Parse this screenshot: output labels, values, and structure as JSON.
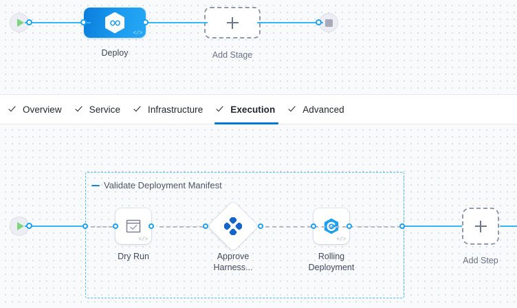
{
  "stage_canvas": {
    "start_node": {
      "name": "start-node",
      "icon": "play-icon"
    },
    "stages": [
      {
        "id": "deploy",
        "label": "Deploy",
        "icon": "harness-hexagon-icon",
        "badge": "</>",
        "type": "stage"
      },
      {
        "id": "add-stage",
        "label": "Add Stage",
        "icon": "plus-icon",
        "type": "add"
      }
    ],
    "end_node": {
      "name": "end-node",
      "icon": "stop-icon"
    }
  },
  "tabs": [
    {
      "id": "overview",
      "label": "Overview",
      "icon": "check-icon",
      "active": false
    },
    {
      "id": "service",
      "label": "Service",
      "icon": "check-icon",
      "active": false
    },
    {
      "id": "infrastructure",
      "label": "Infrastructure",
      "icon": "check-icon",
      "active": false
    },
    {
      "id": "execution",
      "label": "Execution",
      "icon": "check-icon",
      "active": true
    },
    {
      "id": "advanced",
      "label": "Advanced",
      "icon": "check-icon",
      "active": false
    }
  ],
  "execution_canvas": {
    "start_node": {
      "name": "execution-start-node",
      "icon": "play-icon"
    },
    "group": {
      "title": "Validate Deployment Manifest",
      "collapse_icon": "collapse-dash-icon"
    },
    "steps": [
      {
        "id": "dry-run",
        "label": "Dry Run",
        "icon": "dry-run-checkwindow-icon",
        "badge": "</>",
        "shape": "rounded"
      },
      {
        "id": "approve-harness",
        "label": "Approve\nHarness...",
        "icon": "approval-diamond-icon",
        "badge": "",
        "shape": "diamond"
      },
      {
        "id": "rolling-deployment",
        "label": "Rolling\nDeployment",
        "icon": "rolling-deployment-hexagon-icon",
        "badge": "</>",
        "shape": "rounded"
      }
    ],
    "add_step": {
      "label": "Add Step",
      "icon": "plus-icon"
    }
  },
  "colors": {
    "accent_blue": "#0278d5",
    "link_blue": "#33b6f5",
    "port_blue": "#1b9ff0",
    "group_border": "#4ab8f0",
    "dashed_grey": "#b4b9c6",
    "canvas_bg": "#f8fafc",
    "grid_dot": "#c9d6e4",
    "play_green": "#7ed47e",
    "stop_grey": "#a7abb9"
  }
}
